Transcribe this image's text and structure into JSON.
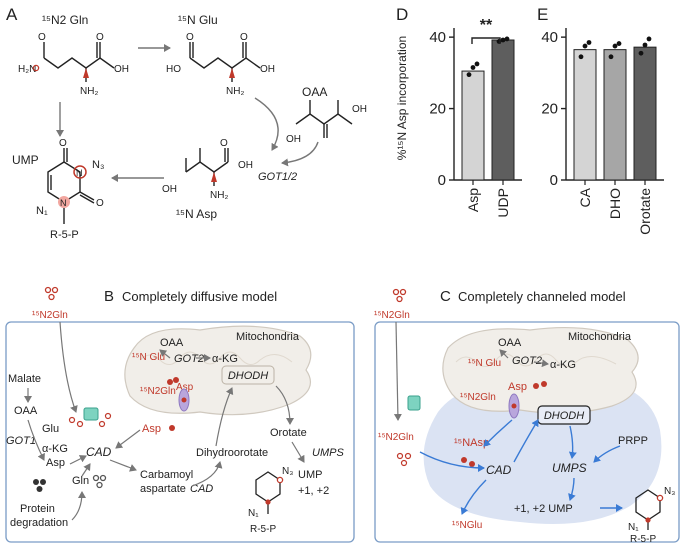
{
  "panel_a": {
    "letter": "A",
    "gln_label": "¹⁵N2 Gln",
    "glu_label": "¹⁵N Glu",
    "oaa_label": "OAA",
    "ump_label": "UMP",
    "got_label": "GOT1/2",
    "asp_label": "¹⁵N Asp",
    "rp_label": "R-5-P",
    "atoms": {
      "O": "O",
      "H2N": "H₂N",
      "NH2": "NH₂",
      "OH": "OH",
      "HO": "HO",
      "N": "N",
      "N3": "N₃",
      "N1": "N₁"
    }
  },
  "panel_d": {
    "letter": "D",
    "significance": "**"
  },
  "panel_e": {
    "letter": "E"
  },
  "chart_data": [
    {
      "type": "bar",
      "panel": "D",
      "categories": [
        "Asp",
        "UDP"
      ],
      "values": [
        30.5,
        39.2
      ],
      "points": [
        [
          29.5,
          31.5,
          32.5
        ],
        [
          38.8,
          39.2,
          39.5
        ]
      ],
      "ylabel": "%¹⁵N Asp incorporation",
      "ylim": [
        0,
        42
      ],
      "yticks": [
        "0",
        "20",
        "40"
      ],
      "colors": [
        "#d4d4d4",
        "#5e5e5e"
      ]
    },
    {
      "type": "bar",
      "panel": "E",
      "categories": [
        "CA",
        "DHO",
        "Orotate"
      ],
      "values": [
        36.5,
        36.5,
        37.2
      ],
      "points": [
        [
          34.5,
          37.5,
          38.5
        ],
        [
          34.5,
          37.5,
          38.2
        ],
        [
          35.5,
          37.8,
          39.5
        ]
      ],
      "ylim": [
        0,
        42
      ],
      "yticks": [
        "0",
        "20",
        "40"
      ],
      "colors": [
        "#d4d4d4",
        "#a6a6a6",
        "#5e5e5e"
      ]
    }
  ],
  "panel_b": {
    "letter": "B",
    "title": "Completely diffusive model",
    "gln_outside": "¹⁵N2Gln",
    "mito": "Mitochondria",
    "oaa": "OAA",
    "glu15": "¹⁵N Glu",
    "got2": "GOT2",
    "akg": "α-KG",
    "gln15": "¹⁵N2Gln",
    "asp_mito": "Asp",
    "dhodh": "DHODH",
    "malate": "Malate",
    "oaa_cyt": "OAA",
    "glu": "Glu",
    "got1": "GOT1",
    "akg_cyt": "α-KG",
    "asp_cyt": "Asp",
    "asp_red": "Asp",
    "cad": "CAD",
    "dihydroorotate": "Dihydroorotate",
    "carbamoyl": "Carbamoyl",
    "aspartate": "aspartate",
    "cad2": "CAD",
    "orotate": "Orotate",
    "umps": "UMPS",
    "ump": "UMP",
    "plus": "+1, +2",
    "gln": "Gln",
    "protein": "Protein",
    "degradation": "degradation",
    "n3": "N₃",
    "n1": "N₁",
    "rp": "R-5-P"
  },
  "panel_c": {
    "letter": "C",
    "title": "Completely channeled model",
    "gln_outside": "¹⁵N2Gln",
    "mito": "Mitochondria",
    "oaa": "OAA",
    "glu15": "¹⁵N Glu",
    "got2": "GOT2",
    "akg": "α-KG",
    "gln15": "¹⁵N2Gln",
    "asp": "Asp",
    "dhodh": "DHODH",
    "gln_cyt": "¹⁵N2Gln",
    "nasp": "¹⁵NAsp",
    "cad": "CAD",
    "prpp": "PRPP",
    "umps": "UMPS",
    "ump": "+1, +2 UMP",
    "nglu": "¹⁵NGlu",
    "n3": "N₃",
    "n1": "N₁",
    "rp": "R-5-P"
  }
}
